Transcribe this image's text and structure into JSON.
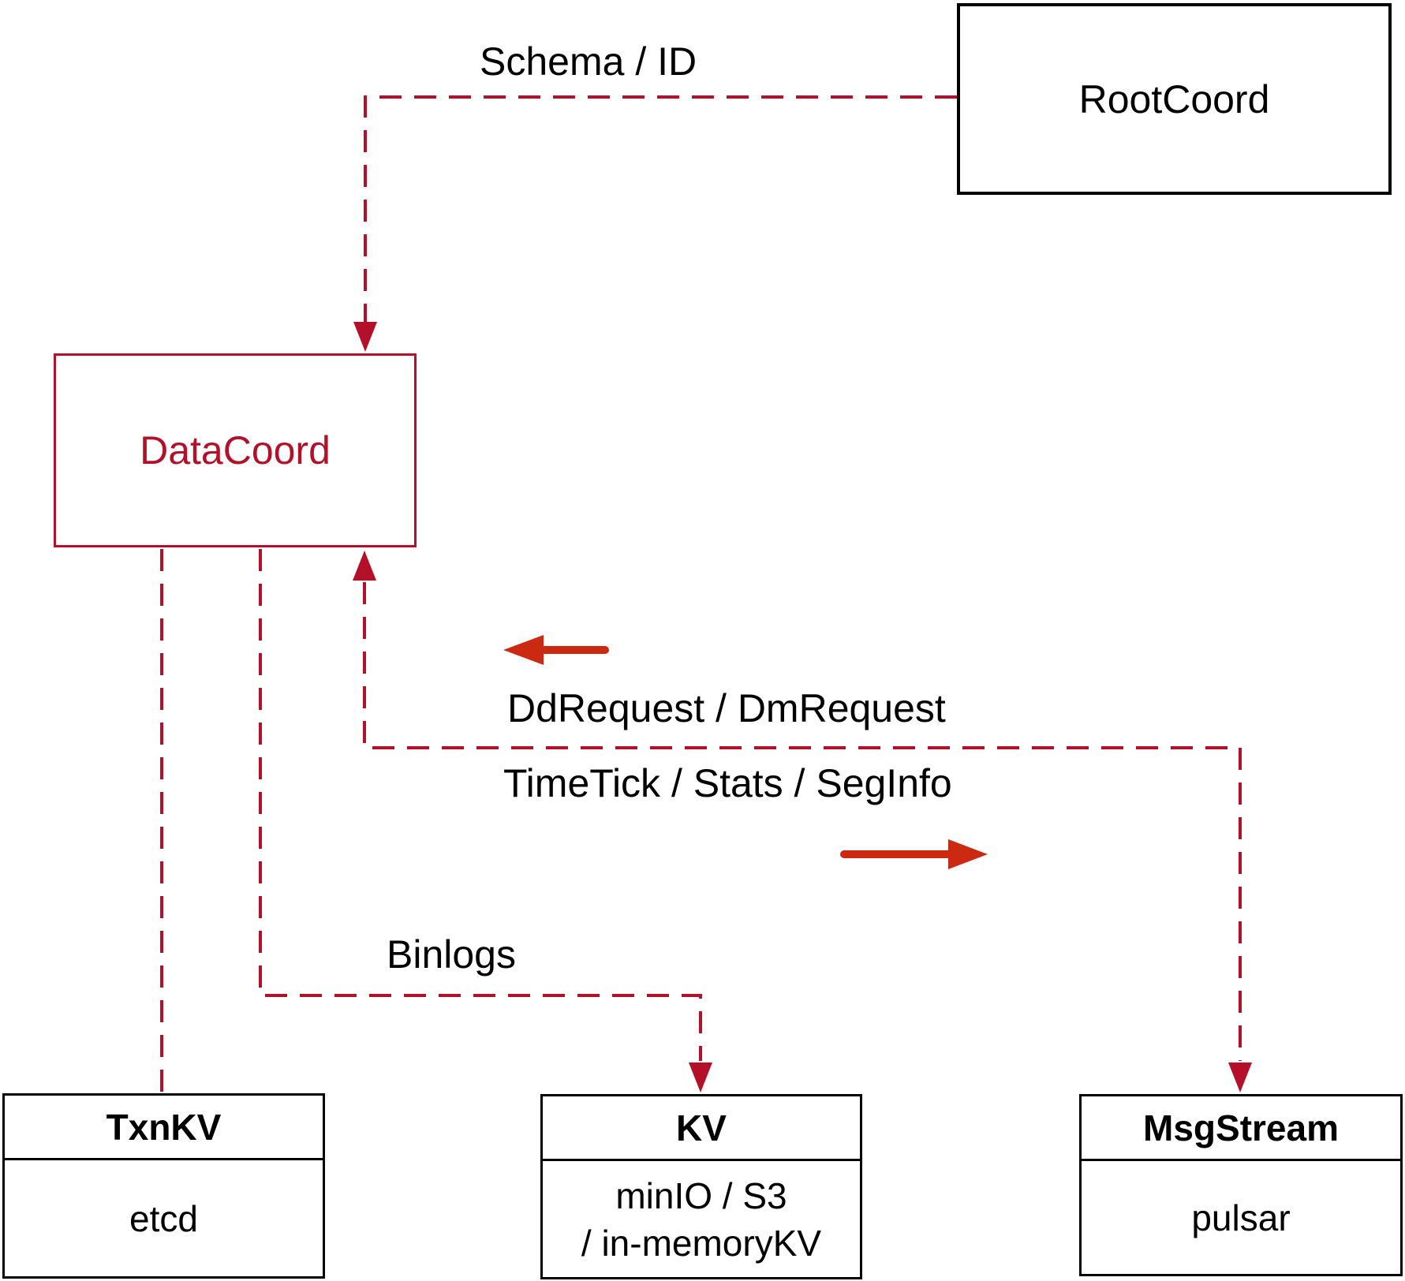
{
  "diagram": {
    "nodes": {
      "rootcoord": {
        "label": "RootCoord"
      },
      "datacoord": {
        "label": "DataCoord"
      },
      "txnkv": {
        "title": "TxnKV",
        "body": "etcd"
      },
      "kv": {
        "title": "KV",
        "body_line1": "minIO / S3",
        "body_line2": "/ in-memoryKV"
      },
      "msgstream": {
        "title": "MsgStream",
        "body": "pulsar"
      }
    },
    "edge_labels": {
      "schema_id": "Schema / ID",
      "dd_dm_request": "DdRequest / DmRequest",
      "timetick_stats_seginfo": "TimeTick / Stats / SegInfo",
      "binlogs": "Binlogs"
    },
    "colors": {
      "dash_red": "#b5102a",
      "arrow_red": "#cc2912",
      "box_black": "#000000",
      "text_black": "#000000",
      "background": "#ffffff"
    }
  }
}
